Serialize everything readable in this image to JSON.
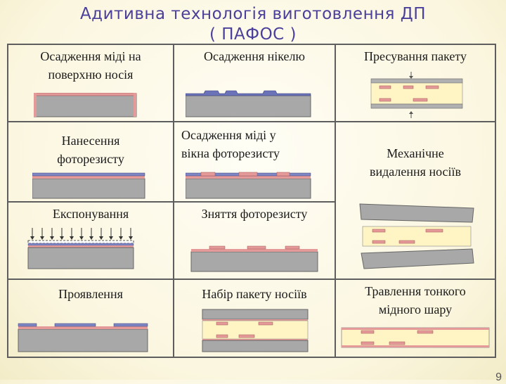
{
  "slide": {
    "title_line1": "Адитивна технологія виготовлення ДП",
    "title_line2": "( ПАФОС )",
    "page_number": "9"
  },
  "cells": {
    "c11": {
      "line1": "Осадження міді на",
      "line2": "поверхню носія"
    },
    "c12": {
      "line1": "Осадження нікелю"
    },
    "c13": {
      "line1": "Пресування пакету"
    },
    "c21": {
      "line1": "Нанесення",
      "line2": "фоторезисту"
    },
    "c22": {
      "line1": "Осадження міді у",
      "line2": "вікна фоторезисту"
    },
    "c23": {
      "line1": "Механічне",
      "line2": "видалення носіїв"
    },
    "c31": {
      "line1": "Експонування"
    },
    "c32": {
      "line1": "Зняття фоторезисту"
    },
    "c41": {
      "line1": "Проявлення"
    },
    "c42": {
      "line1": "Набір пакету носіїв"
    },
    "c43": {
      "line1": "Травлення тонкого",
      "line2": "мідного шару"
    }
  },
  "colors": {
    "substrate_gray": "#a8a8a8",
    "copper_pink": "#e59a9a",
    "nickel_blue": "#6a72b8",
    "photoresist_blue": "#7e86c4",
    "dielectric_cream": "#fff4c4",
    "title_purple": "#4a3f9a"
  }
}
